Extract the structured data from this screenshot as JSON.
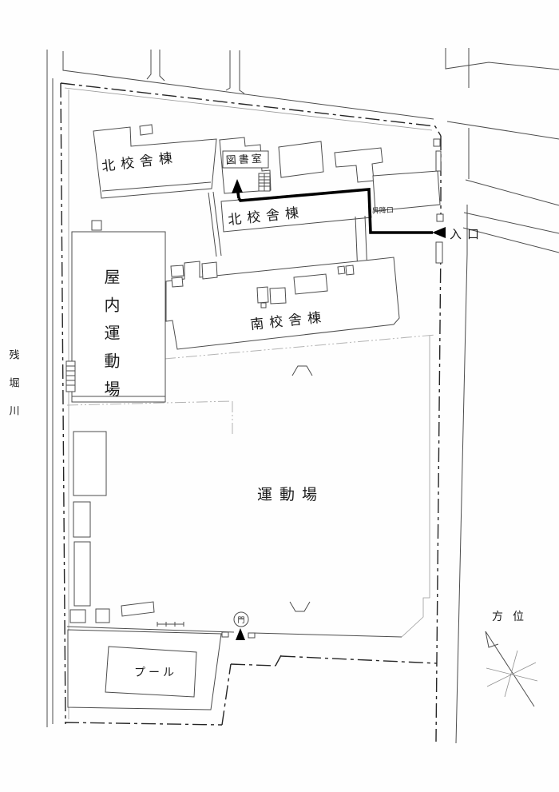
{
  "map": {
    "river_label": "残堀川",
    "buildings": {
      "north_upper": "北校舎棟",
      "library": "図書室",
      "north_lower": "北校舎棟",
      "south": "南校舎棟",
      "gym": "屋内運動場",
      "pool": "プール"
    },
    "grounds": {
      "field": "運動場"
    },
    "markers": {
      "shoe_entrance": "昇降口",
      "entrance": "入口",
      "gate": "門",
      "compass": "方位"
    },
    "colors": {
      "outline": "#4c4c4c",
      "boundary": "#252525",
      "route": "#000000",
      "light": "#b3b3b3"
    }
  }
}
